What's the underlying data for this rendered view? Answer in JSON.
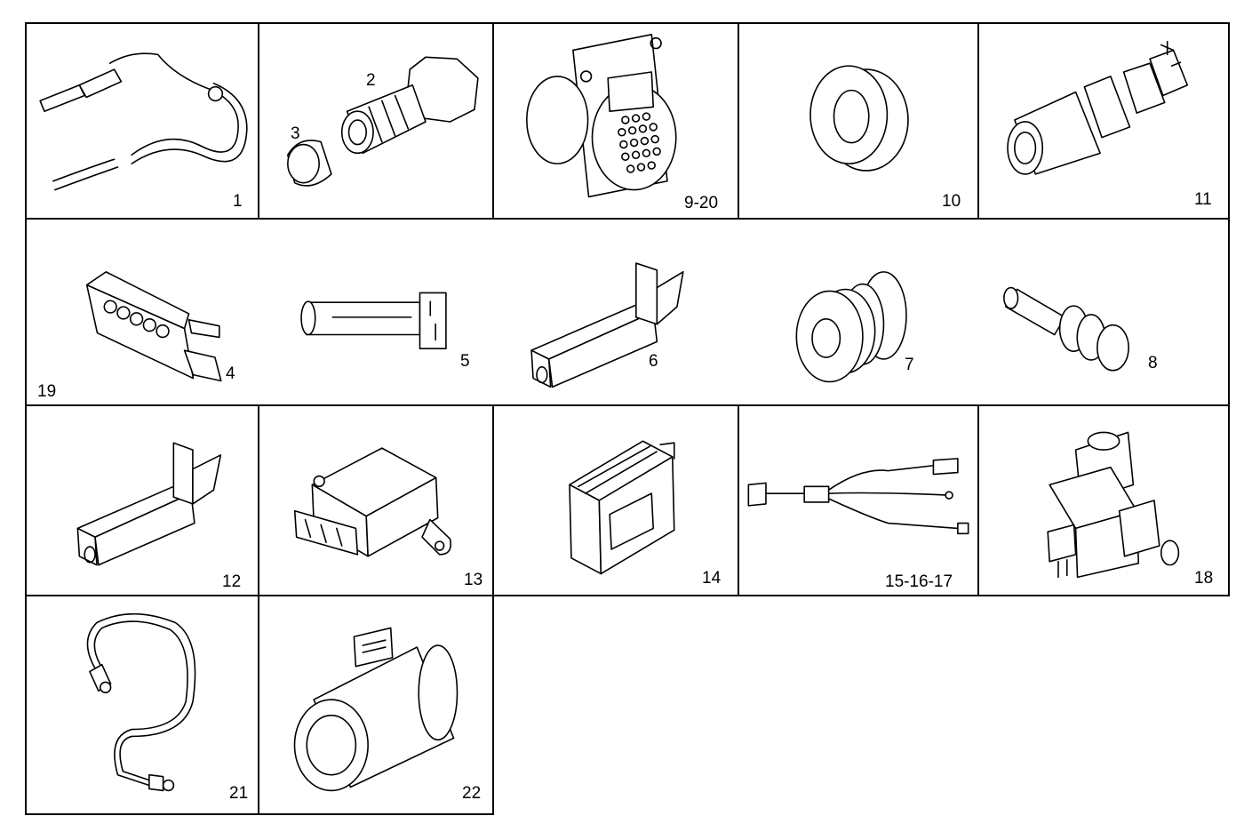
{
  "cells": [
    {
      "id": "c1",
      "labels": [
        "1"
      ]
    },
    {
      "id": "c2",
      "labels": [
        "2",
        "3"
      ]
    },
    {
      "id": "c3",
      "labels": [
        "9-20"
      ]
    },
    {
      "id": "c4",
      "labels": [
        "10"
      ]
    },
    {
      "id": "c5",
      "labels": [
        "11"
      ]
    },
    {
      "id": "c6",
      "labels": [
        "19",
        "4",
        "5",
        "6",
        "7",
        "8"
      ]
    },
    {
      "id": "c7",
      "labels": [
        "12"
      ]
    },
    {
      "id": "c8",
      "labels": [
        "13"
      ]
    },
    {
      "id": "c9",
      "labels": [
        "14"
      ]
    },
    {
      "id": "c10",
      "labels": [
        "15-16-17"
      ]
    },
    {
      "id": "c11",
      "labels": [
        "18"
      ]
    },
    {
      "id": "c12",
      "labels": [
        "21"
      ]
    },
    {
      "id": "c13",
      "labels": [
        "22"
      ]
    }
  ]
}
